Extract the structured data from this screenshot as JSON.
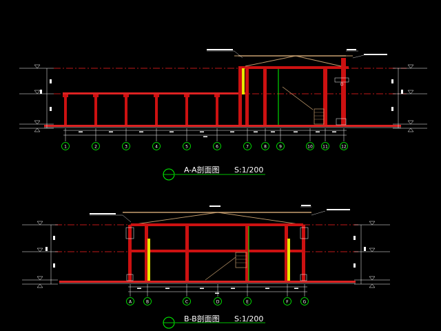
{
  "colors": {
    "background": "#000000",
    "wall": "#cc1111",
    "floor_line": "#dd2222",
    "axis_line": "#ff2020",
    "roof": "#c8a070",
    "yellow_col": "#e8e800",
    "green_line": "#00ff00",
    "dim_line": "#ffffff",
    "grid_bubble": "#00ff00"
  },
  "section_a": {
    "title": "A-A剖面图",
    "scale": "S:1/200",
    "grid_labels": [
      "1",
      "2",
      "3",
      "4",
      "5",
      "6",
      "7",
      "8",
      "9",
      "10",
      "11",
      "12"
    ]
  },
  "section_b": {
    "title": "B-B剖面图",
    "scale": "S:1/200",
    "grid_labels": [
      "A",
      "B",
      "C",
      "D",
      "E",
      "F",
      "G"
    ]
  }
}
